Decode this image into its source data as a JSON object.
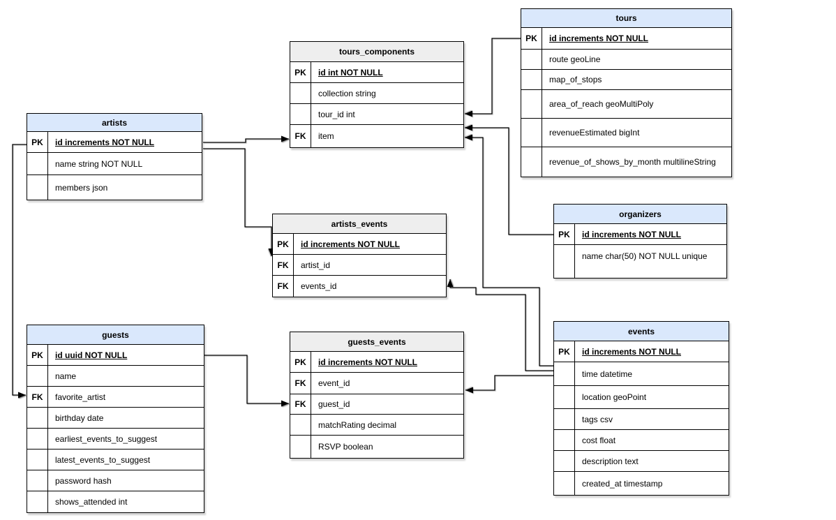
{
  "diagram": {
    "colors": {
      "entity_header": "#dae8fc",
      "join_header": "#eeeeee",
      "border": "#000000",
      "connector": "#000000",
      "background": "#ffffff"
    },
    "tables": [
      {
        "name": "tours",
        "rows": [
          {
            "key": "PK",
            "label": "id increments NOT NULL"
          },
          {
            "key": "",
            "label": "route geoLine"
          },
          {
            "key": "",
            "label": "map_of_stops"
          },
          {
            "key": "",
            "label": "area_of_reach geoMultiPoly"
          },
          {
            "key": "",
            "label": "revenueEstimated bigInt"
          },
          {
            "key": "",
            "label": "revenue_of_shows_by_month multilineString"
          }
        ]
      },
      {
        "name": "tours_components",
        "rows": [
          {
            "key": "PK",
            "label": "id int NOT NULL"
          },
          {
            "key": "",
            "label": "collection string"
          },
          {
            "key": "",
            "label": "tour_id int"
          },
          {
            "key": "FK",
            "label": "item"
          }
        ]
      },
      {
        "name": "artists",
        "rows": [
          {
            "key": "PK",
            "label": "id increments NOT NULL"
          },
          {
            "key": "",
            "label": "name string NOT NULL"
          },
          {
            "key": "",
            "label": "members json"
          }
        ]
      },
      {
        "name": "artists_events",
        "rows": [
          {
            "key": "PK",
            "label": "id increments NOT NULL"
          },
          {
            "key": "FK",
            "label": "artist_id"
          },
          {
            "key": "FK",
            "label": "events_id"
          }
        ]
      },
      {
        "name": "organizers",
        "rows": [
          {
            "key": "PK",
            "label": "id increments NOT NULL"
          },
          {
            "key": "",
            "label": "name char(50) NOT NULL unique"
          }
        ]
      },
      {
        "name": "guests",
        "rows": [
          {
            "key": "PK",
            "label": "id uuid NOT NULL"
          },
          {
            "key": "",
            "label": "name"
          },
          {
            "key": "FK",
            "label": "favorite_artist"
          },
          {
            "key": "",
            "label": "birthday date"
          },
          {
            "key": "",
            "label": "earliest_events_to_suggest"
          },
          {
            "key": "",
            "label": "latest_events_to_suggest"
          },
          {
            "key": "",
            "label": "password hash"
          },
          {
            "key": "",
            "label": "shows_attended int"
          }
        ]
      },
      {
        "name": "guests_events",
        "rows": [
          {
            "key": "PK",
            "label": "id increments NOT NULL"
          },
          {
            "key": "FK",
            "label": "event_id"
          },
          {
            "key": "FK",
            "label": "guest_id"
          },
          {
            "key": "",
            "label": "matchRating decimal"
          },
          {
            "key": "",
            "label": "RSVP boolean"
          }
        ]
      },
      {
        "name": "events",
        "rows": [
          {
            "key": "PK",
            "label": "id increments NOT NULL"
          },
          {
            "key": "",
            "label": "time datetime"
          },
          {
            "key": "",
            "label": "location geoPoint"
          },
          {
            "key": "",
            "label": "tags csv"
          },
          {
            "key": "",
            "label": "cost float"
          },
          {
            "key": "",
            "label": "description text"
          },
          {
            "key": "",
            "label": "created_at timestamp"
          }
        ]
      }
    ],
    "relations": [
      {
        "from": "tours.id",
        "to": "tours_components.tour_id"
      },
      {
        "from": "artists.id",
        "to": "tours_components.item"
      },
      {
        "from": "organizers.id",
        "to": "tours_components.item"
      },
      {
        "from": "events.id",
        "to": "tours_components.item"
      },
      {
        "from": "artists.id",
        "to": "artists_events.artist_id"
      },
      {
        "from": "events.id",
        "to": "artists_events.events_id"
      },
      {
        "from": "events.id",
        "to": "guests_events.event_id"
      },
      {
        "from": "guests.id",
        "to": "guests_events.guest_id"
      },
      {
        "from": "artists.id",
        "to": "guests.favorite_artist"
      }
    ]
  }
}
